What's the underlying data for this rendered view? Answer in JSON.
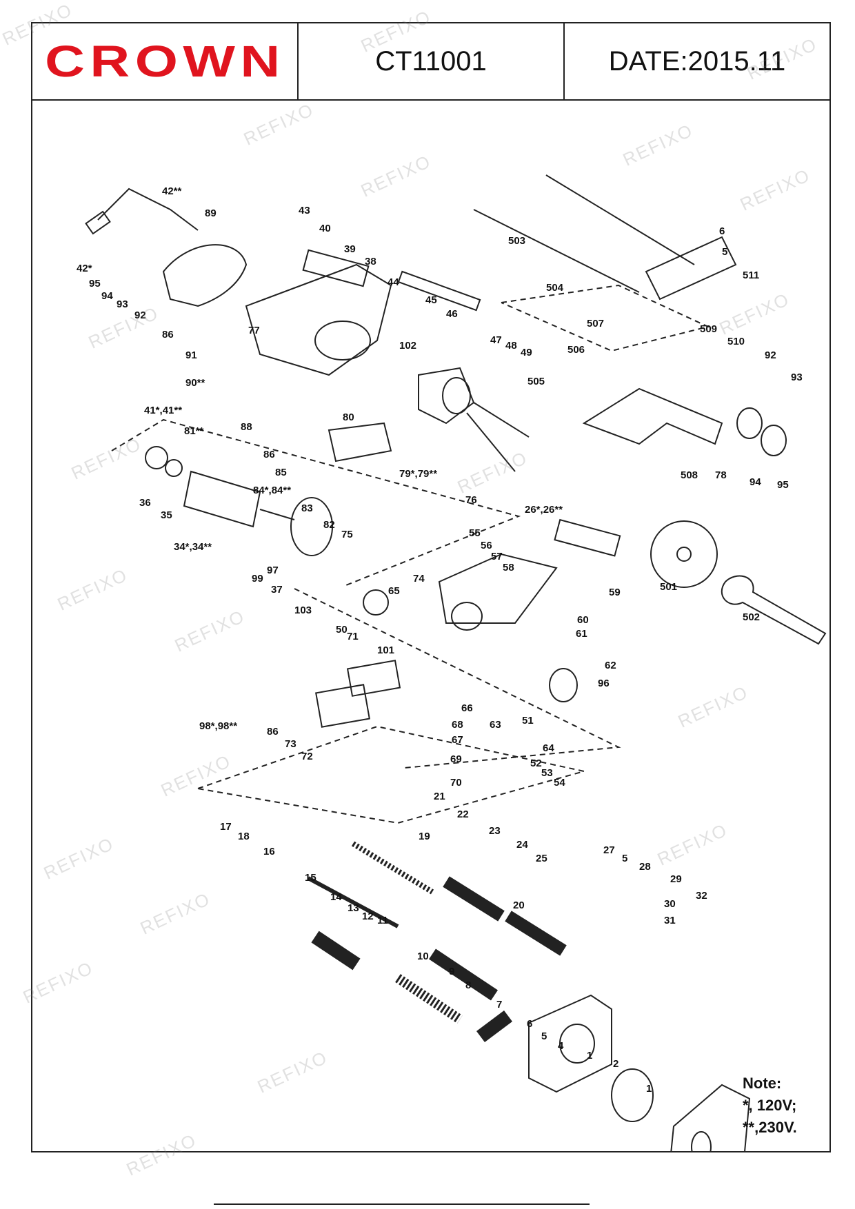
{
  "header": {
    "brand": "CROWN",
    "model": "CT11001",
    "date": "DATE:2015.11"
  },
  "watermark_text": "REFIXO",
  "note": {
    "title": "Note:",
    "line1": "*, 120V;",
    "line2": "**,230V."
  },
  "callouts": [
    "1",
    "2",
    "4",
    "5",
    "6",
    "7",
    "8",
    "9",
    "10",
    "11",
    "12",
    "13",
    "14",
    "15",
    "16",
    "17",
    "18",
    "19",
    "20",
    "21",
    "22",
    "23",
    "24",
    "25",
    "26*,26**",
    "27",
    "28",
    "29",
    "30",
    "31",
    "32",
    "34*,34**",
    "35",
    "36",
    "37",
    "38",
    "39",
    "40",
    "41*,41**",
    "42*",
    "42**",
    "43",
    "44",
    "45",
    "46",
    "47",
    "48",
    "49",
    "50",
    "51",
    "52",
    "53",
    "54",
    "55",
    "56",
    "57",
    "58",
    "59",
    "60",
    "61",
    "62",
    "63",
    "64",
    "65",
    "66",
    "67",
    "68",
    "69",
    "70",
    "71",
    "72",
    "73",
    "74",
    "75",
    "76",
    "77",
    "79*,79**",
    "80",
    "81**",
    "82",
    "83",
    "84*,84**",
    "85",
    "86",
    "88",
    "89",
    "90**",
    "91",
    "92",
    "93",
    "94",
    "95",
    "96",
    "97",
    "98*,98**",
    "99",
    "101",
    "102",
    "103",
    "501",
    "502",
    "503",
    "504",
    "505",
    "506",
    "507",
    "508",
    "509",
    "510",
    "511"
  ],
  "colors": {
    "brand_red": "#e0141e",
    "line": "#222222"
  }
}
